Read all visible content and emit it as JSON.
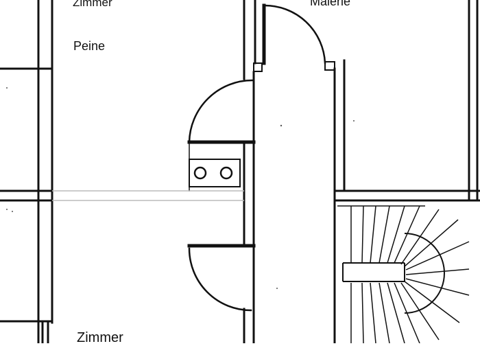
{
  "labels": {
    "room_top_left": "Zimmer",
    "room_top_left_sub": "Peine",
    "room_top_right": "Malerie",
    "room_bottom_left": "Zimmer"
  },
  "colors": {
    "background": "#ffffff",
    "ink": "#111111",
    "light_line": "#cccccc"
  }
}
